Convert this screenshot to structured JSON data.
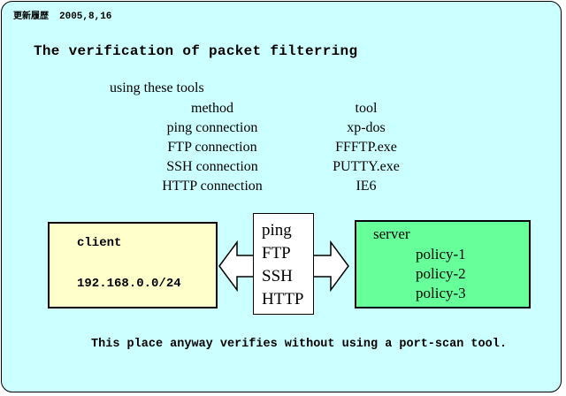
{
  "page": {
    "outer_bg": "#ffffff",
    "slide_bg": "#ccffff",
    "border_color": "#000000",
    "text_color": "#000000"
  },
  "header": {
    "revision_label": "更新履歴",
    "revision_date": "2005,8,16"
  },
  "title": "The verification of packet filterring",
  "tools_section": {
    "intro": "using these tools",
    "table": {
      "headers": [
        "method",
        "tool"
      ],
      "rows": [
        [
          "ping connection",
          "xp-dos"
        ],
        [
          "FTP connection",
          "FFFTP.exe"
        ],
        [
          "SSH connection",
          "PUTTY.exe"
        ],
        [
          "HTTP connection",
          "IE6"
        ]
      ]
    }
  },
  "diagram": {
    "client": {
      "title": "client",
      "subnet": "192.168.0.0/24",
      "bg": "#ffffcc"
    },
    "arrow": {
      "icon": "double-headed-arrow",
      "fill": "#ffffff",
      "stroke": "#000000"
    },
    "protocols": {
      "bg": "#ffffff",
      "items": [
        "ping",
        "FTP",
        "SSH",
        "HTTP"
      ]
    },
    "server": {
      "title": "server",
      "bg": "#66ff99",
      "policies": [
        "policy-1",
        "policy-2",
        "policy-3"
      ]
    }
  },
  "footer_note": "This place anyway verifies without using a port-scan tool."
}
